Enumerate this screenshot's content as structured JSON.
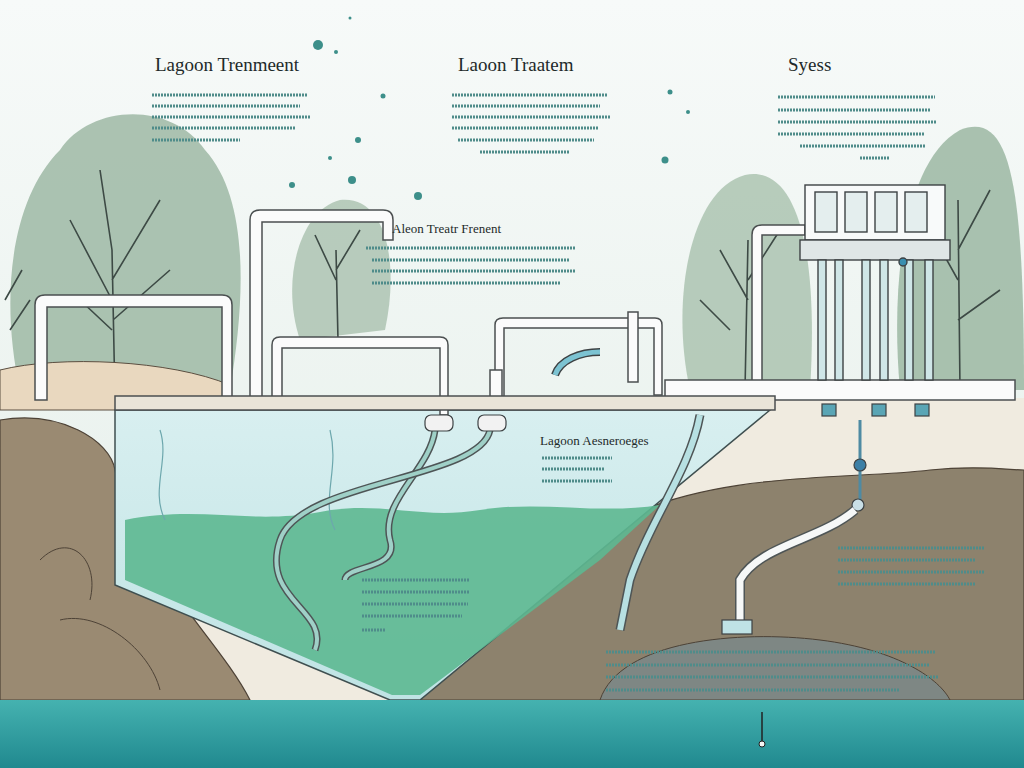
{
  "diagram": {
    "labels": [
      "Lagoon Trenmeent",
      "Laoon Traatem",
      "Syess",
      "Aleon Treatr Frenent",
      "Lagoon Aesneroeges"
    ]
  }
}
